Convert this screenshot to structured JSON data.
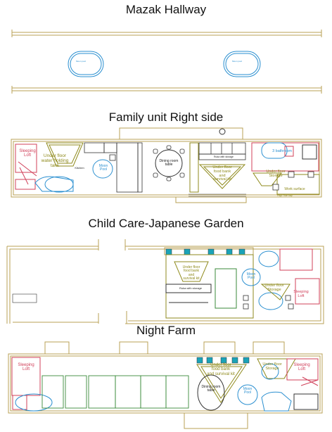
{
  "sections": {
    "hallway": {
      "title": "Mazak Hallway"
    },
    "family": {
      "title": "Family unit Right side",
      "labels": {
        "sleeping_loft": "Sleeping\nLoft",
        "water_tank": "Under floor\nwater holding\ntank",
        "kitchen": "Kitchen",
        "moon_pool": "Moon\nPool",
        "dining": "Dining room\ntable",
        "ruka": "Ruka with storage",
        "food_bank": "Under floor\nfood bank\nand\nsurvival kit",
        "bathroom": "3 bathroom",
        "under_floor_storage": "Under floor\nStorage",
        "work_surface": "Work surface",
        "high_tide": "High Tide bay"
      }
    },
    "childcare": {
      "title": "Child Care-Japanese Garden",
      "labels": {
        "food_survival": "Under floor\nfood bank\nand\nsurvival kit",
        "moon_pool": "Moon\nPool",
        "ruka": "Ruka with storage",
        "under_floor_storage": "Under floor\nStorage",
        "sleeping_loft": "Sleeping\nLoft"
      }
    },
    "night_farm": {
      "title": "Night Farm",
      "labels": {
        "sleeping_loft_left": "Sleeping\nLoft",
        "food_bank": "Under floor\nfood bank\nand survival kit",
        "dining": "Dining room\ntable",
        "moon_pool": "Moon\nPool",
        "under_floor_storage": "Under floor\nStorage",
        "sleeping_loft_right": "Sleeping\nLoft"
      }
    }
  },
  "colors": {
    "wall": "#b8a055",
    "furniture": "#8f8a1c",
    "pool": "#2a8fd0",
    "bed": "#d0405a",
    "dark": "#333333",
    "accent": "#1aa3b8"
  }
}
